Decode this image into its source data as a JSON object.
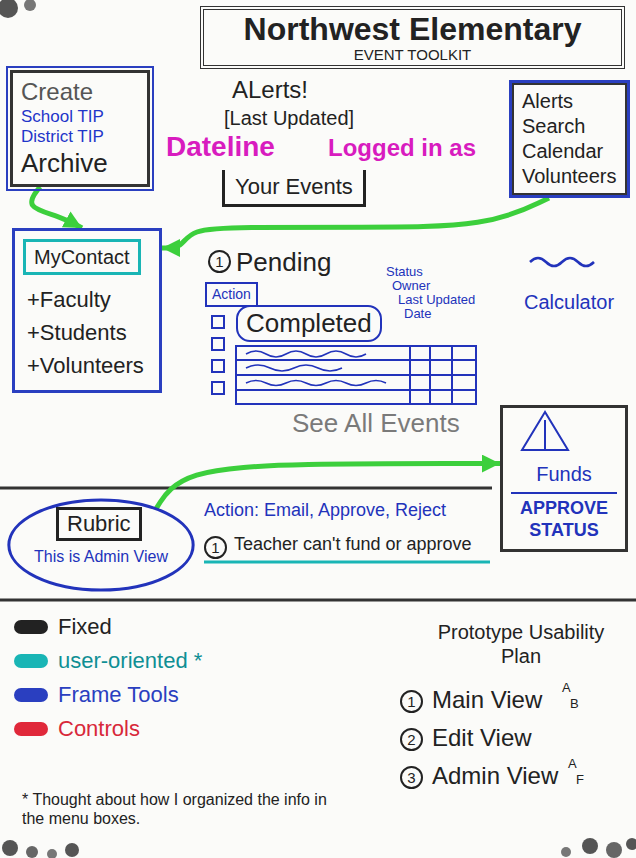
{
  "diagram": {
    "nodes": [
      {
        "text": [
          "Northwest Elementary",
          "EVENT TOOLKIT"
        ]
      },
      {
        "text": [
          "Create",
          "School TIP",
          "District TIP",
          "Archive"
        ]
      },
      {
        "text": [
          "Your Events"
        ]
      },
      {
        "text": [
          "Alerts",
          "Search",
          "Calendar",
          "Volunteers"
        ]
      },
      {
        "text": [
          "+Faculty",
          "+Students",
          "+Volunteers"
        ]
      },
      {
        "text": [
          "MyContact"
        ],
        "in": 4
      },
      {
        "text": [
          "Action"
        ]
      },
      {
        "text": [
          "Completed"
        ]
      },
      {
        "text": [
          "Funds",
          "APPROVE STATUS"
        ]
      },
      {
        "text": [
          "This is Admin View"
        ]
      },
      {
        "text": [
          "Rubric"
        ],
        "in": 9
      }
    ],
    "edges": [
      {
        "from": 1,
        "to": 4,
        "arrow": "to"
      },
      {
        "from": 3,
        "to": 4,
        "arrow": "to"
      },
      {
        "from": 9,
        "to": 8,
        "arrow": "to"
      }
    ],
    "labels": [
      "ALerts!",
      "[Last Updated]",
      "Dateline",
      "Logged in as",
      "Status",
      "Owner",
      "Last Updated",
      "Date",
      "1",
      "Pending",
      "See All Events",
      "Calculator",
      "Action: Email, Approve, Reject",
      "1",
      "Teacher can't fund or approve",
      "Prototype Usability Plan",
      "1",
      "Main View",
      "A",
      "B",
      "2",
      "Edit View",
      "3",
      "Admin View",
      "A",
      "F",
      "* Thought about how I organized the info in the menu boxes."
    ],
    "legend": [
      {
        "text": "Fixed",
        "color": "#222222"
      },
      {
        "text": "user-oriented *",
        "color": "#19b5b5"
      },
      {
        "text": "Frame Tools",
        "color": "#2a3fc0"
      },
      {
        "text": "Controls",
        "color": "#e0283a"
      }
    ]
  }
}
